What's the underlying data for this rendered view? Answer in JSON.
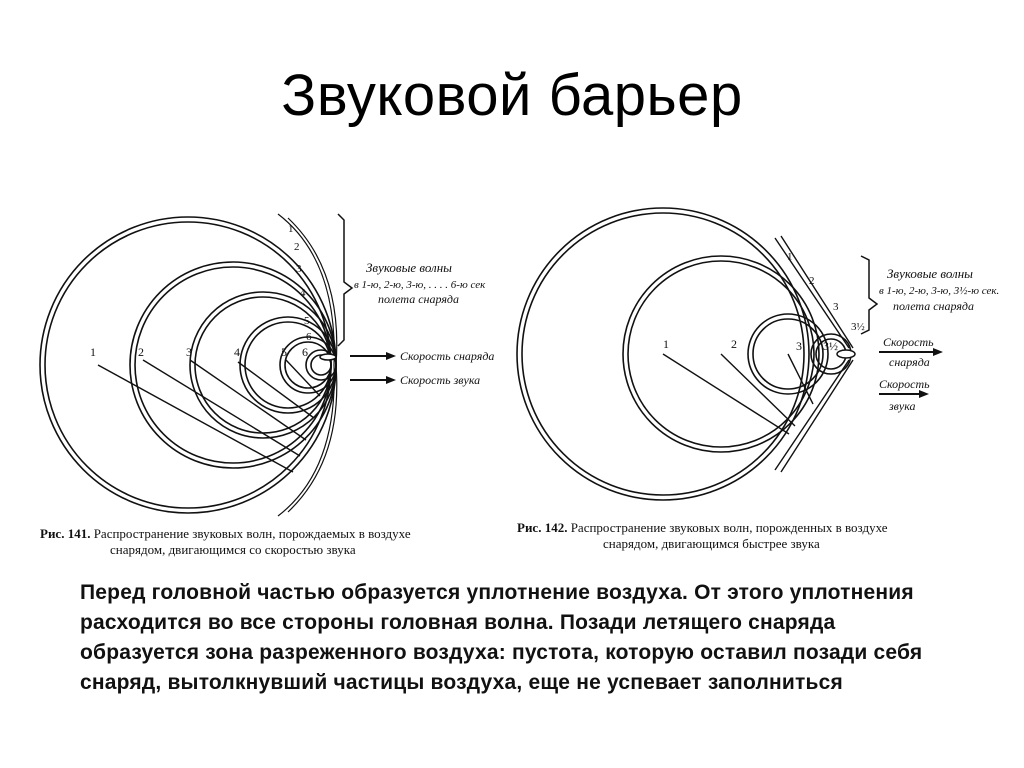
{
  "slide": {
    "title": "Звуковой барьер",
    "body": "Перед головной частью образуется уплотнение воздуха. От этого уплотнения расходится во все стороны головная волна. Позади летящего снаряда образуется зона разреженного воздуха: пустота, которую оставил позади себя снаряд, вытолкнувший частицы воздуха, еще не успевает заполниться"
  },
  "figure1": {
    "caption_num": "Рис. 141.",
    "caption_line1": "Распространение звуковых волн, порождаемых в воздухе",
    "caption_line2": "снарядом, двигающимся со скоростью звука",
    "waves_title": "Звуковые волны",
    "waves_line2": "в 1-ю, 2-ю, 3-ю, . . . . 6-ю сек",
    "waves_line3": "полета снаряда",
    "arrow_projectile": "Скорость снаряда",
    "arrow_sound": "Скорость звука",
    "circle_labels": [
      "1",
      "2",
      "3",
      "4",
      "5",
      "6"
    ],
    "edge_labels": [
      "1",
      "2",
      "3",
      "4",
      "5",
      "6"
    ]
  },
  "figure2": {
    "caption_num": "Рис. 142.",
    "caption_line1": "Распространение звуковых волн, порожденных в воздухе",
    "caption_line2": "снарядом, двигающимся быстрее звука",
    "waves_title": "Звуковые волны",
    "waves_line2": "в 1-ю, 2-ю, 3-ю, 3½-ю сек.",
    "waves_line3": "полета снаряда",
    "arrow_projectile_1": "Скорость",
    "arrow_projectile_2": "снаряда",
    "arrow_sound_1": "Скорость",
    "arrow_sound_2": "звука",
    "circle_labels": [
      "1",
      "2",
      "3",
      "3½"
    ],
    "edge_labels": [
      "1",
      "2",
      "3",
      "3½"
    ]
  }
}
